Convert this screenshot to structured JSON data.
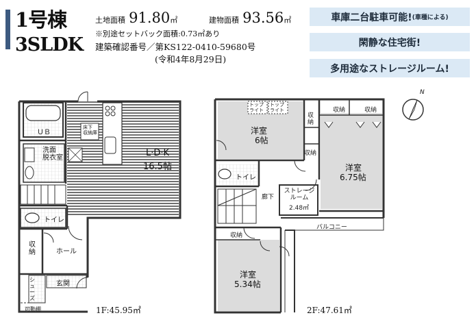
{
  "header": {
    "unit_name": "1号棟",
    "layout_type": "3SLDK",
    "land_area_label": "土地面積",
    "land_area_value": "91.80",
    "land_area_unit": "㎡",
    "building_area_label": "建物面積",
    "building_area_value": "93.56",
    "building_area_unit": "㎡",
    "setback_note": "※別途セットバック面積:0.73㎡あり",
    "permit_label": "建築確認番号／第KS122-0410-59680号",
    "permit_date": "(令和4年8月29日)"
  },
  "features": [
    {
      "text": "車庫二台駐車可能!",
      "sub": "(車種による)"
    },
    {
      "text": "閑静な住宅街!",
      "sub": ""
    },
    {
      "text": "多用途なストレージルーム!",
      "sub": ""
    }
  ],
  "floor1": {
    "ub": "ＵＢ",
    "washroom": "洗面\n脱衣室",
    "ldk": "L·D·K",
    "ldk_size": "16.5帖",
    "toilet": "トイレ",
    "storage": "収\n納",
    "hall": "ホール",
    "entrance": "玄関",
    "shoes": "シューズ",
    "movable_shelf": "可動棚",
    "pantry": "床下\n収納庫",
    "total": "1F:45.95㎡"
  },
  "floor2": {
    "room_a": "洋室",
    "room_a_size": "6帖",
    "room_b": "洋室",
    "room_b_size": "6.75帖",
    "room_c": "洋室",
    "room_c_size": "5.34帖",
    "storage_label": "収納",
    "storage_v": "収\n納",
    "toilet": "トイレ",
    "corridor": "廊下",
    "storage_room": "ストレージ\nルーム",
    "storage_room_size": "2.48㎡",
    "balcony": "バルコニー",
    "top_light": "トップ\nライト",
    "total": "2F:47.61㎡"
  },
  "compass": {
    "label": "N"
  },
  "colors": {
    "accent": "#3d5a80",
    "feature_bg": "#dbe9f5",
    "room_fill": "#dcdcdc",
    "wall": "#333333"
  }
}
